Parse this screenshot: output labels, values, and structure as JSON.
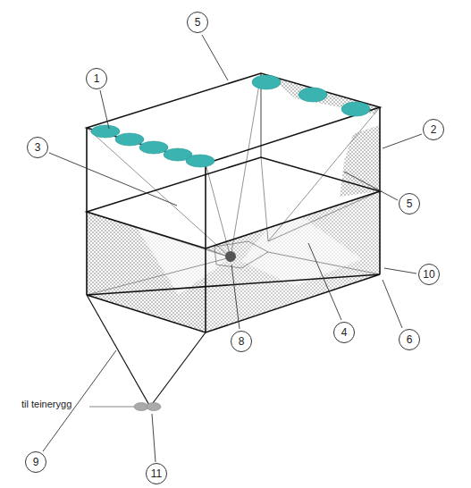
{
  "diagram": {
    "nodes": [
      {
        "text": [
          "5"
        ]
      },
      {
        "text": [
          "1"
        ]
      },
      {
        "text": [
          "2"
        ]
      },
      {
        "text": [
          "3"
        ]
      },
      {
        "text": [
          "5"
        ]
      },
      {
        "text": [
          "10"
        ]
      },
      {
        "text": [
          "4"
        ]
      },
      {
        "text": [
          "6"
        ]
      },
      {
        "text": [
          "8"
        ]
      },
      {
        "text": [
          "9"
        ]
      },
      {
        "text": [
          "11"
        ]
      }
    ],
    "labels": [
      "til teinerygg"
    ]
  }
}
